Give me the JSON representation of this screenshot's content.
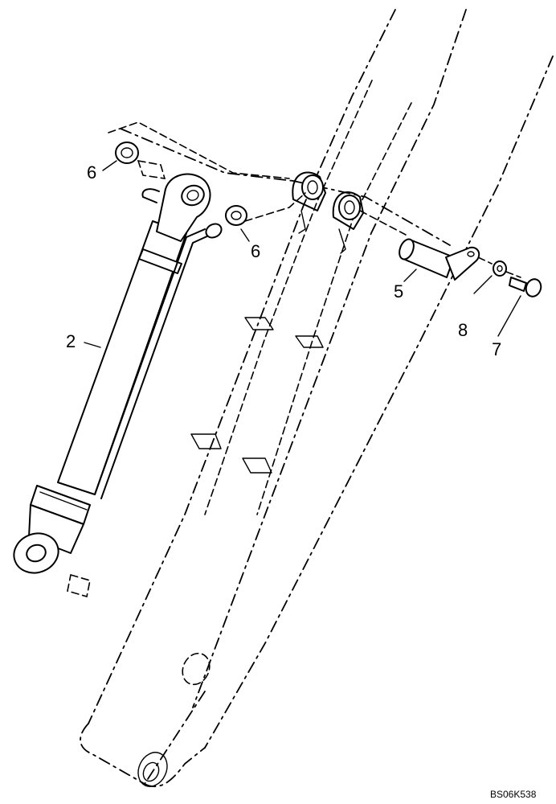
{
  "diagram": {
    "callouts": [
      {
        "id": "c6a",
        "text": "6"
      },
      {
        "id": "c6b",
        "text": "6"
      },
      {
        "id": "c2",
        "text": "2"
      },
      {
        "id": "c5",
        "text": "5"
      },
      {
        "id": "c8",
        "text": "8"
      },
      {
        "id": "c7",
        "text": "7"
      }
    ],
    "reference_code": "BS06K538"
  }
}
